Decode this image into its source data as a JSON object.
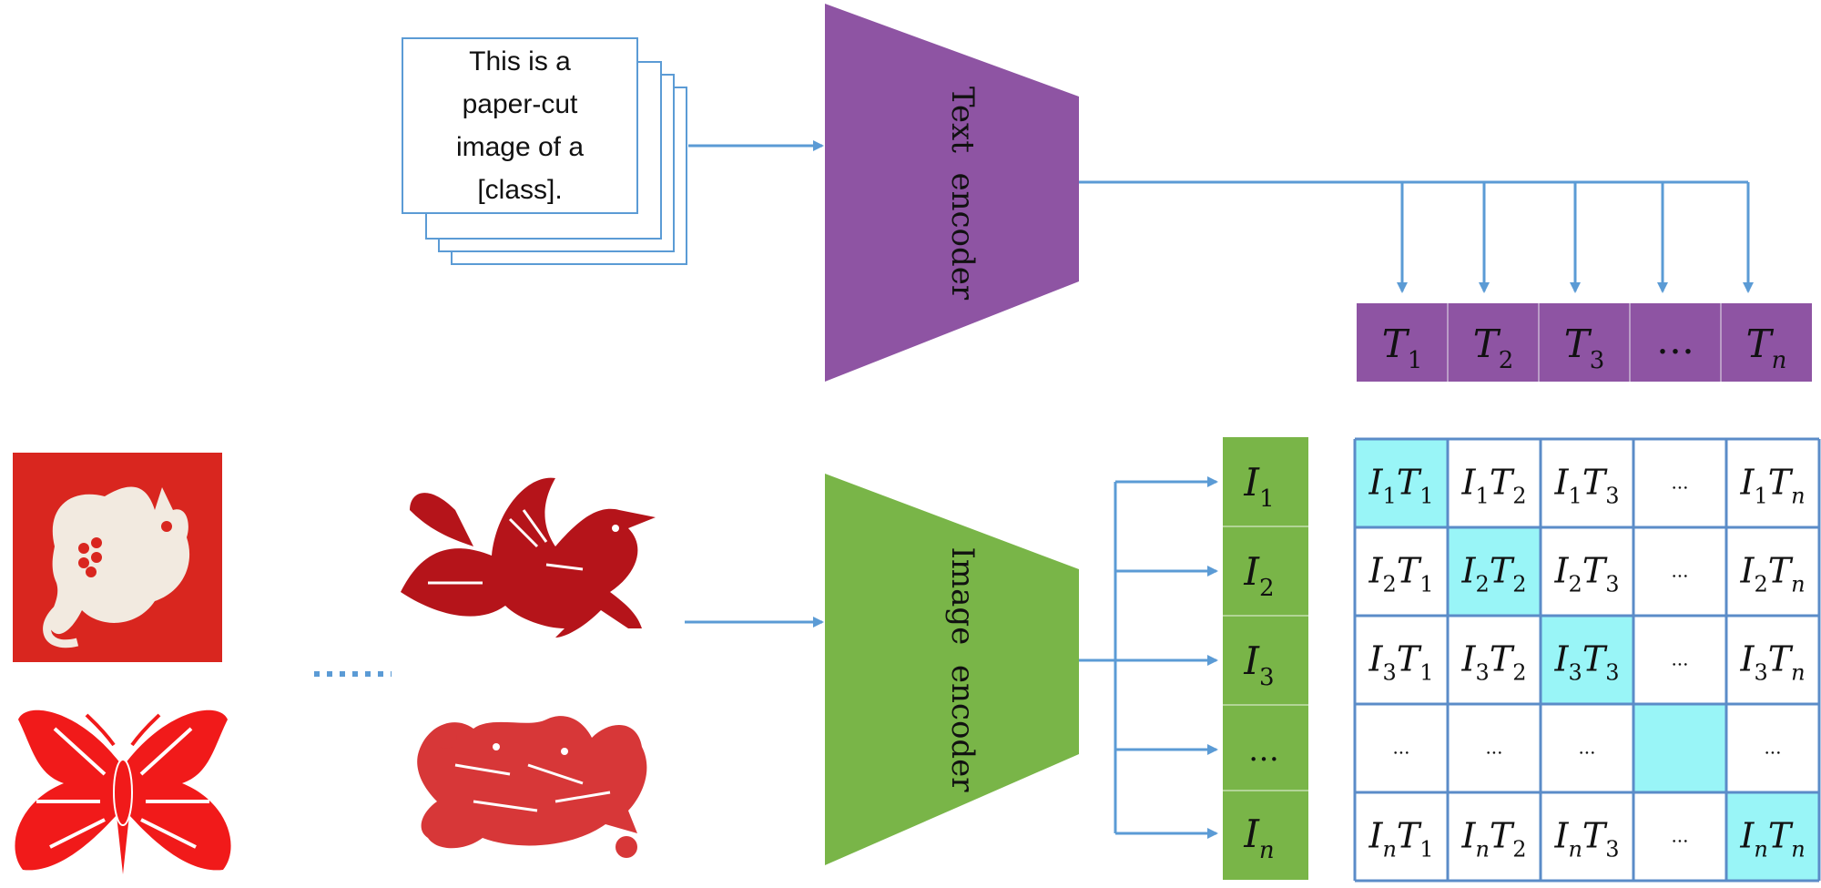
{
  "prompt_card": {
    "lines": [
      "This is a",
      "paper-cut",
      "image of a",
      "[class]."
    ]
  },
  "text_encoder": {
    "label": "Text  encoder",
    "color": "#8E54A3"
  },
  "image_encoder": {
    "label": "Image  encoder",
    "color": "#79B548"
  },
  "text_features": {
    "color": "#8E54A3",
    "cells": [
      {
        "base": "T",
        "sub": "1"
      },
      {
        "base": "T",
        "sub": "2"
      },
      {
        "base": "T",
        "sub": "3"
      },
      {
        "base": "…",
        "sub": ""
      },
      {
        "base": "T",
        "sub": "n"
      }
    ]
  },
  "image_features": {
    "color": "#79B548",
    "cells": [
      {
        "base": "I",
        "sub": "1"
      },
      {
        "base": "I",
        "sub": "2"
      },
      {
        "base": "I",
        "sub": "3"
      },
      {
        "base": "…",
        "sub": ""
      },
      {
        "base": "I",
        "sub": "n"
      }
    ]
  },
  "similarity_matrix": {
    "highlight_color": "#99F5F7",
    "grid_color": "#5B8CC8",
    "rows": [
      [
        "I1T1",
        "I1T2",
        "I1T3",
        "...",
        "I1Tn"
      ],
      [
        "I2T1",
        "I2T2",
        "I2T3",
        "...",
        "I2Tn"
      ],
      [
        "I3T1",
        "I3T2",
        "I3T3",
        "...",
        "I3Tn"
      ],
      [
        "...",
        "...",
        "...",
        "",
        "..."
      ],
      [
        "InT1",
        "InT2",
        "InT3",
        "...",
        "InTn"
      ]
    ]
  },
  "input_images": {
    "items": [
      "paper-cut cat",
      "paper-cut bird",
      "paper-cut butterfly",
      "paper-cut dragon"
    ],
    "ellipsis_color": "#5B9BD5"
  },
  "arrow_color": "#5B9BD5"
}
